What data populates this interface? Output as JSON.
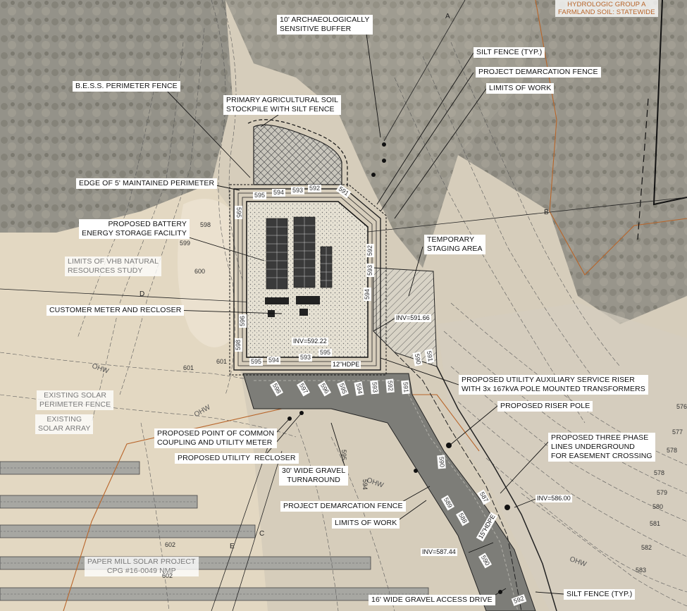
{
  "colors": {
    "ground": "#d9d2c2",
    "forest": "#8b8a80",
    "field": "#e3d7c2",
    "gravel": "#858580",
    "contour": "#5a5a5a",
    "property_line": "#b8652a"
  },
  "labels": {
    "arch_buffer": "10' ARCHAEOLOGICALLY\nSENSITIVE BUFFER",
    "silt_fence_top": "SILT FENCE (TYP.)",
    "demarcation_top": "PROJECT DEMARCATION FENCE",
    "limits_top": "LIMITS OF WORK",
    "bess_fence": "B.E.S.S. PERIMETER FENCE",
    "stockpile": "PRIMARY AGRICULTURAL SOIL\nSTOCKPILE WITH SILT FENCE",
    "edge_perimeter": "EDGE OF 5' MAINTAINED PERIMETER",
    "battery": "PROPOSED BATTERY\nENERGY STORAGE FACILITY",
    "staging": "TEMPORARY\nSTAGING AREA",
    "vhb_limits": "LIMITS OF VHB NATURAL\nRESOURCES STUDY",
    "meter_recloser": "CUSTOMER METER AND RECLOSER",
    "riser": "PROPOSED UTILITY AUXILIARY SERVICE RISER\nWITH 3x 167kVA POLE MOUNTED TRANSFORMERS",
    "riser_pole": "PROPOSED RISER POLE",
    "existing_fence": "EXISTING SOLAR\nPERIMETER FENCE",
    "existing_array": "EXISTING\nSOLAR ARRAY",
    "pcc": "PROPOSED POINT OF COMMON\nCOUPLING AND UTILITY METER",
    "utility_recloser": "PROPOSED UTILITY  RECLOSER",
    "three_phase": "PROPOSED THREE PHASE\nLINES UNDERGROUND\nFOR EASEMENT CROSSING",
    "turnaround": "30' WIDE GRAVEL\nTURNAROUND",
    "demarcation_bottom": "PROJECT DEMARCATION FENCE",
    "limits_bottom": "LIMITS OF WORK",
    "paper_mill": "PAPER MILL SOLAR PROJECT\nCPG #16-0049 NMP",
    "access_drive": "16' WIDE GRAVEL ACCESS DRIVE",
    "silt_fence_bottom": "SILT FENCE (TYP.)",
    "soil_note": "HYDROLOGIC GROUP A\nFARMLAND SOIL: STATEWIDE"
  },
  "inverts": {
    "staging": "INV=591.66",
    "pad": "INV=592.22",
    "lower_right": "INV=586.00",
    "lower_left": "INV=587.44"
  },
  "pipes": {
    "hdpe_12": "12\"HDPE",
    "hdpe_15": "15\"HDPE"
  },
  "section_letters": [
    "A",
    "B",
    "D",
    "C",
    "E"
  ],
  "ohw": "OHW",
  "pad_contours": {
    "top": [
      "595",
      "594",
      "593",
      "592",
      "591"
    ],
    "bottom": [
      "595",
      "594",
      "593",
      "595"
    ],
    "left": [
      "595",
      "596",
      "598"
    ],
    "right": [
      "592",
      "593",
      "594"
    ],
    "road": [
      "598",
      "597",
      "596",
      "595",
      "594",
      "593",
      "592",
      "591"
    ],
    "east": [
      "590",
      "591"
    ],
    "drive": [
      "590",
      "589",
      "588",
      "587",
      "590",
      "592"
    ]
  },
  "terrain_contours": {
    "west": [
      "598",
      "599",
      "600",
      "601",
      "601",
      "602",
      "602"
    ],
    "east": [
      "578",
      "579",
      "580",
      "581",
      "582",
      "583",
      "576",
      "577",
      "578"
    ],
    "center": [
      "594",
      "595"
    ]
  }
}
